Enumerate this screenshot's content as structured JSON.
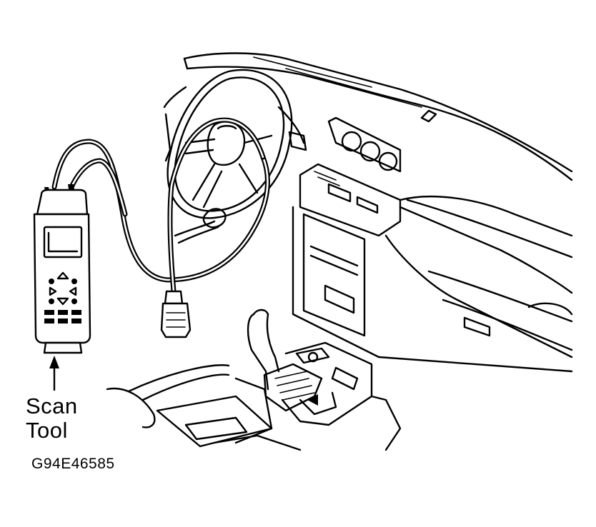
{
  "labels": {
    "scan_tool_line1": "Scan",
    "scan_tool_line2": "Tool",
    "figure_id": "G94E46585"
  },
  "icons": {
    "scan_tool": "handheld-scan-tool-icon",
    "connector": "diagnostic-connector-icon",
    "arrow": "up-arrow-icon"
  },
  "colors": {
    "ink": "#000000",
    "paper": "#ffffff"
  }
}
